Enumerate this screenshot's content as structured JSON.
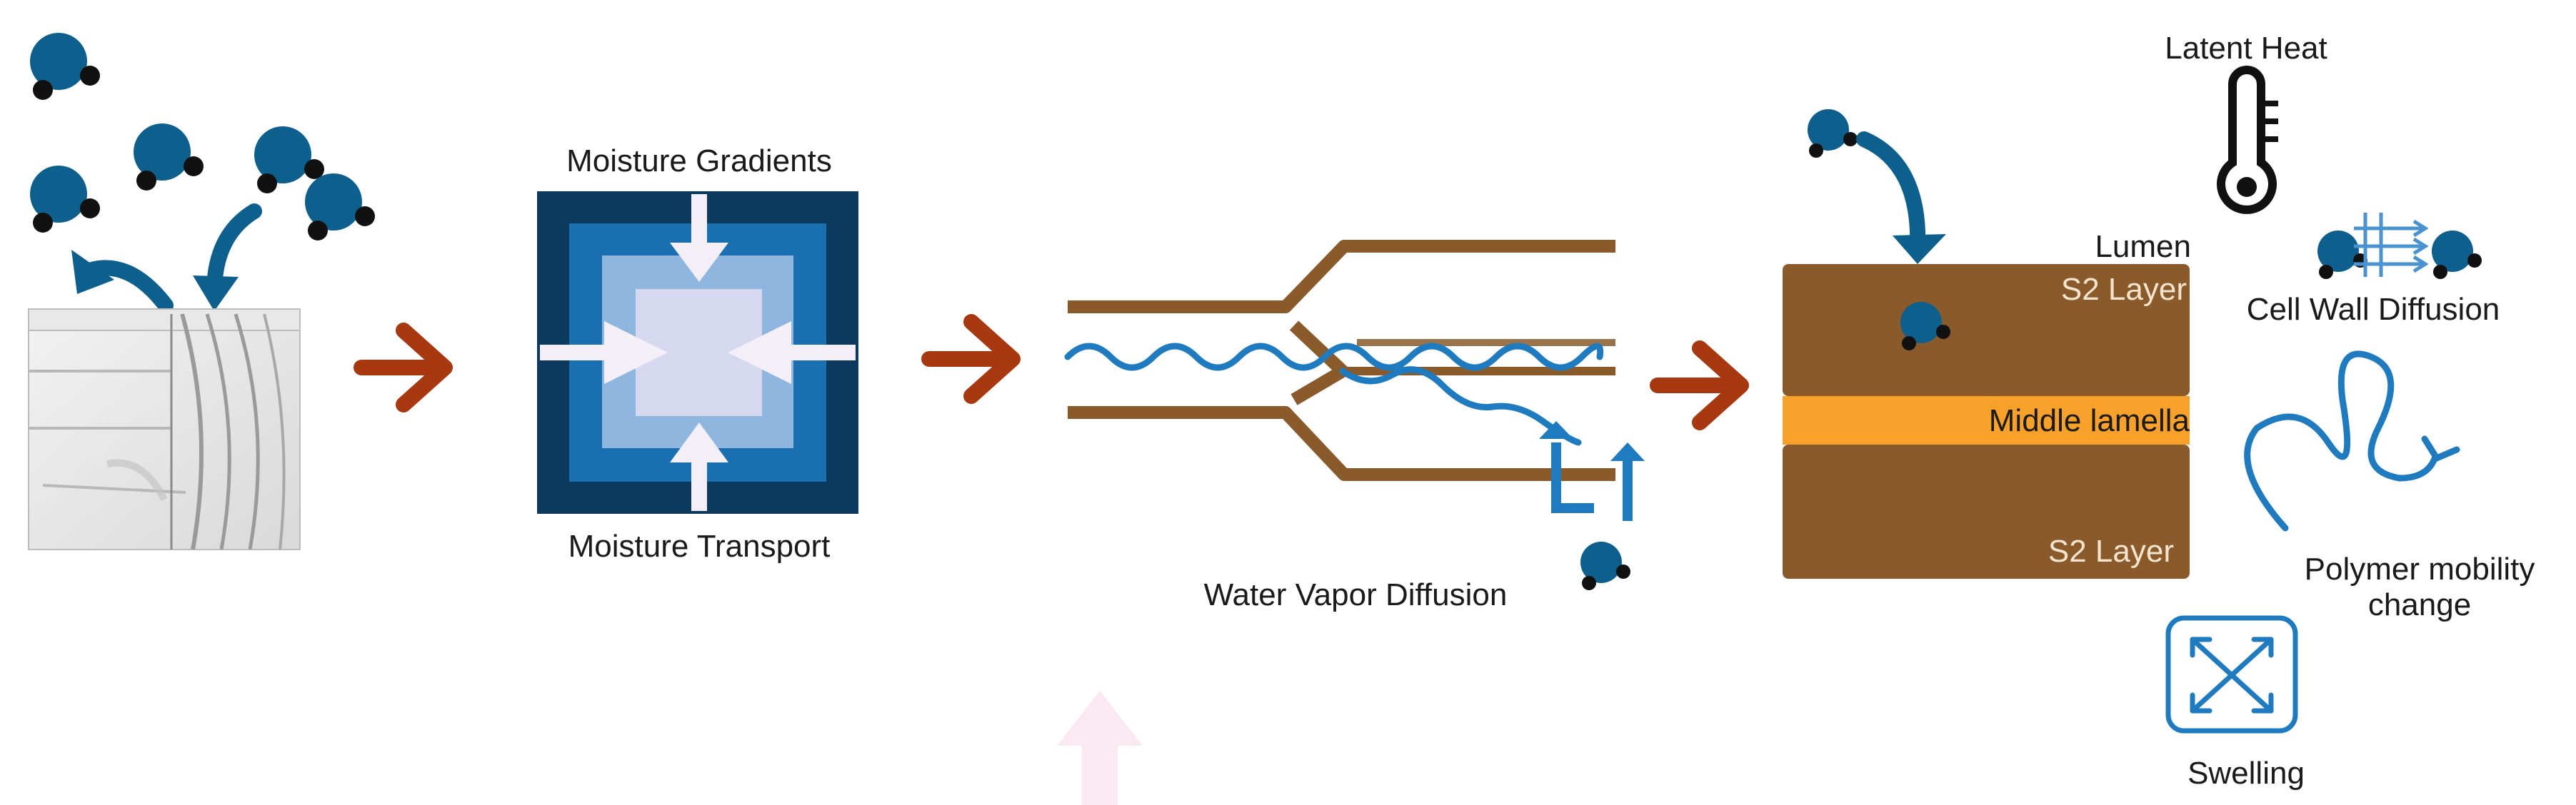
{
  "labels": {
    "moisture_gradients": "Moisture Gradients",
    "moisture_transport": "Moisture Transport",
    "water_vapor_diffusion": "Water Vapor Diffusion",
    "lumen": "Lumen",
    "s2_layer_top": "S2 Layer",
    "middle_lamella": "Middle lamella",
    "s2_layer_bottom": "S2 Layer",
    "latent_heat": "Latent Heat",
    "cell_wall_diffusion": "Cell Wall Diffusion",
    "polymer_mobility_line1": "Polymer mobility",
    "polymer_mobility_line2": "change",
    "swelling": "Swelling"
  },
  "colors": {
    "water_blue": "#0d5f8e",
    "flow_blue": "#1f7bbf",
    "process_arrow": "#a8380f",
    "wood_brown": "#8a5a2b",
    "lamella_orange": "#f7a12a",
    "navy": "#0b3a5e",
    "mid_blue": "#1a6fb0",
    "light_blue": "#8fb6de",
    "pale_lavender": "#d5d8ee"
  },
  "icons": [
    "water-molecule-icon",
    "thermometer-icon",
    "swelling-icon",
    "arrow-right-icon"
  ]
}
